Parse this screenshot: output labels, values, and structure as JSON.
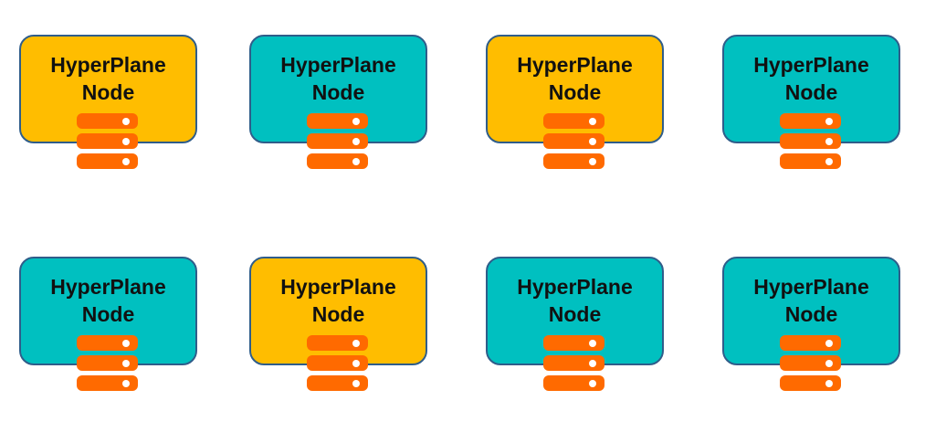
{
  "colors": {
    "amber": "#ffbd00",
    "teal": "#00c0c0",
    "border": "#2f5d8a",
    "server": "#ff6a00"
  },
  "nodes": [
    {
      "line1": "HyperPlane",
      "line2": "Node",
      "color": "amber",
      "icon": "server-stack-icon"
    },
    {
      "line1": "HyperPlane",
      "line2": "Node",
      "color": "teal",
      "icon": "server-stack-icon"
    },
    {
      "line1": "HyperPlane",
      "line2": "Node",
      "color": "amber",
      "icon": "server-stack-icon"
    },
    {
      "line1": "HyperPlane",
      "line2": "Node",
      "color": "teal",
      "icon": "server-stack-icon"
    },
    {
      "line1": "HyperPlane",
      "line2": "Node",
      "color": "teal",
      "icon": "server-stack-icon"
    },
    {
      "line1": "HyperPlane",
      "line2": "Node",
      "color": "amber",
      "icon": "server-stack-icon"
    },
    {
      "line1": "HyperPlane",
      "line2": "Node",
      "color": "teal",
      "icon": "server-stack-icon"
    },
    {
      "line1": "HyperPlane",
      "line2": "Node",
      "color": "teal",
      "icon": "server-stack-icon"
    }
  ]
}
